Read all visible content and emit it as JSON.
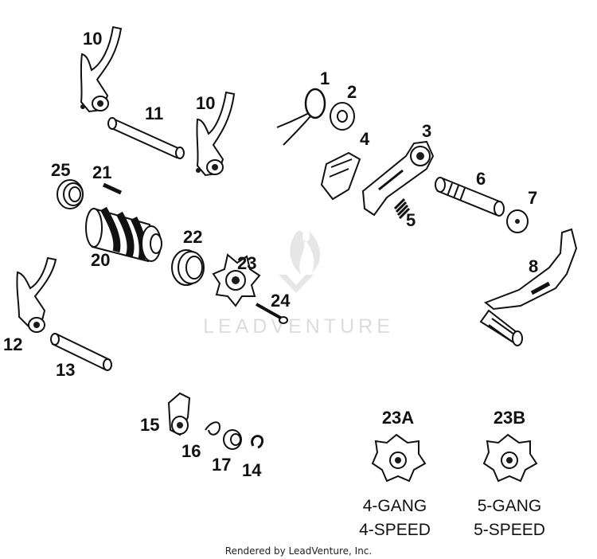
{
  "parts": [
    {
      "id": "callout-1",
      "label": "1"
    },
    {
      "id": "callout-2",
      "label": "2"
    },
    {
      "id": "callout-3",
      "label": "3"
    },
    {
      "id": "callout-4",
      "label": "4"
    },
    {
      "id": "callout-5",
      "label": "5"
    },
    {
      "id": "callout-6",
      "label": "6"
    },
    {
      "id": "callout-7",
      "label": "7"
    },
    {
      "id": "callout-8",
      "label": "8"
    },
    {
      "id": "callout-10a",
      "label": "10"
    },
    {
      "id": "callout-10b",
      "label": "10"
    },
    {
      "id": "callout-11",
      "label": "11"
    },
    {
      "id": "callout-12",
      "label": "12"
    },
    {
      "id": "callout-13",
      "label": "13"
    },
    {
      "id": "callout-14",
      "label": "14"
    },
    {
      "id": "callout-15",
      "label": "15"
    },
    {
      "id": "callout-16",
      "label": "16"
    },
    {
      "id": "callout-17",
      "label": "17"
    },
    {
      "id": "callout-20",
      "label": "20"
    },
    {
      "id": "callout-21",
      "label": "21"
    },
    {
      "id": "callout-22",
      "label": "22"
    },
    {
      "id": "callout-23",
      "label": "23"
    },
    {
      "id": "callout-24",
      "label": "24"
    },
    {
      "id": "callout-25",
      "label": "25"
    }
  ],
  "variants": [
    {
      "label": "23A",
      "line1": "4-GANG",
      "line2": "4-SPEED"
    },
    {
      "label": "23B",
      "line1": "5-GANG",
      "line2": "5-SPEED"
    }
  ],
  "watermark": "LEADVENTURE",
  "credit": "Rendered by LeadVenture, Inc.",
  "colors": {
    "ink": "#111111",
    "watermark": "#dcdcdc",
    "background": "#ffffff"
  }
}
